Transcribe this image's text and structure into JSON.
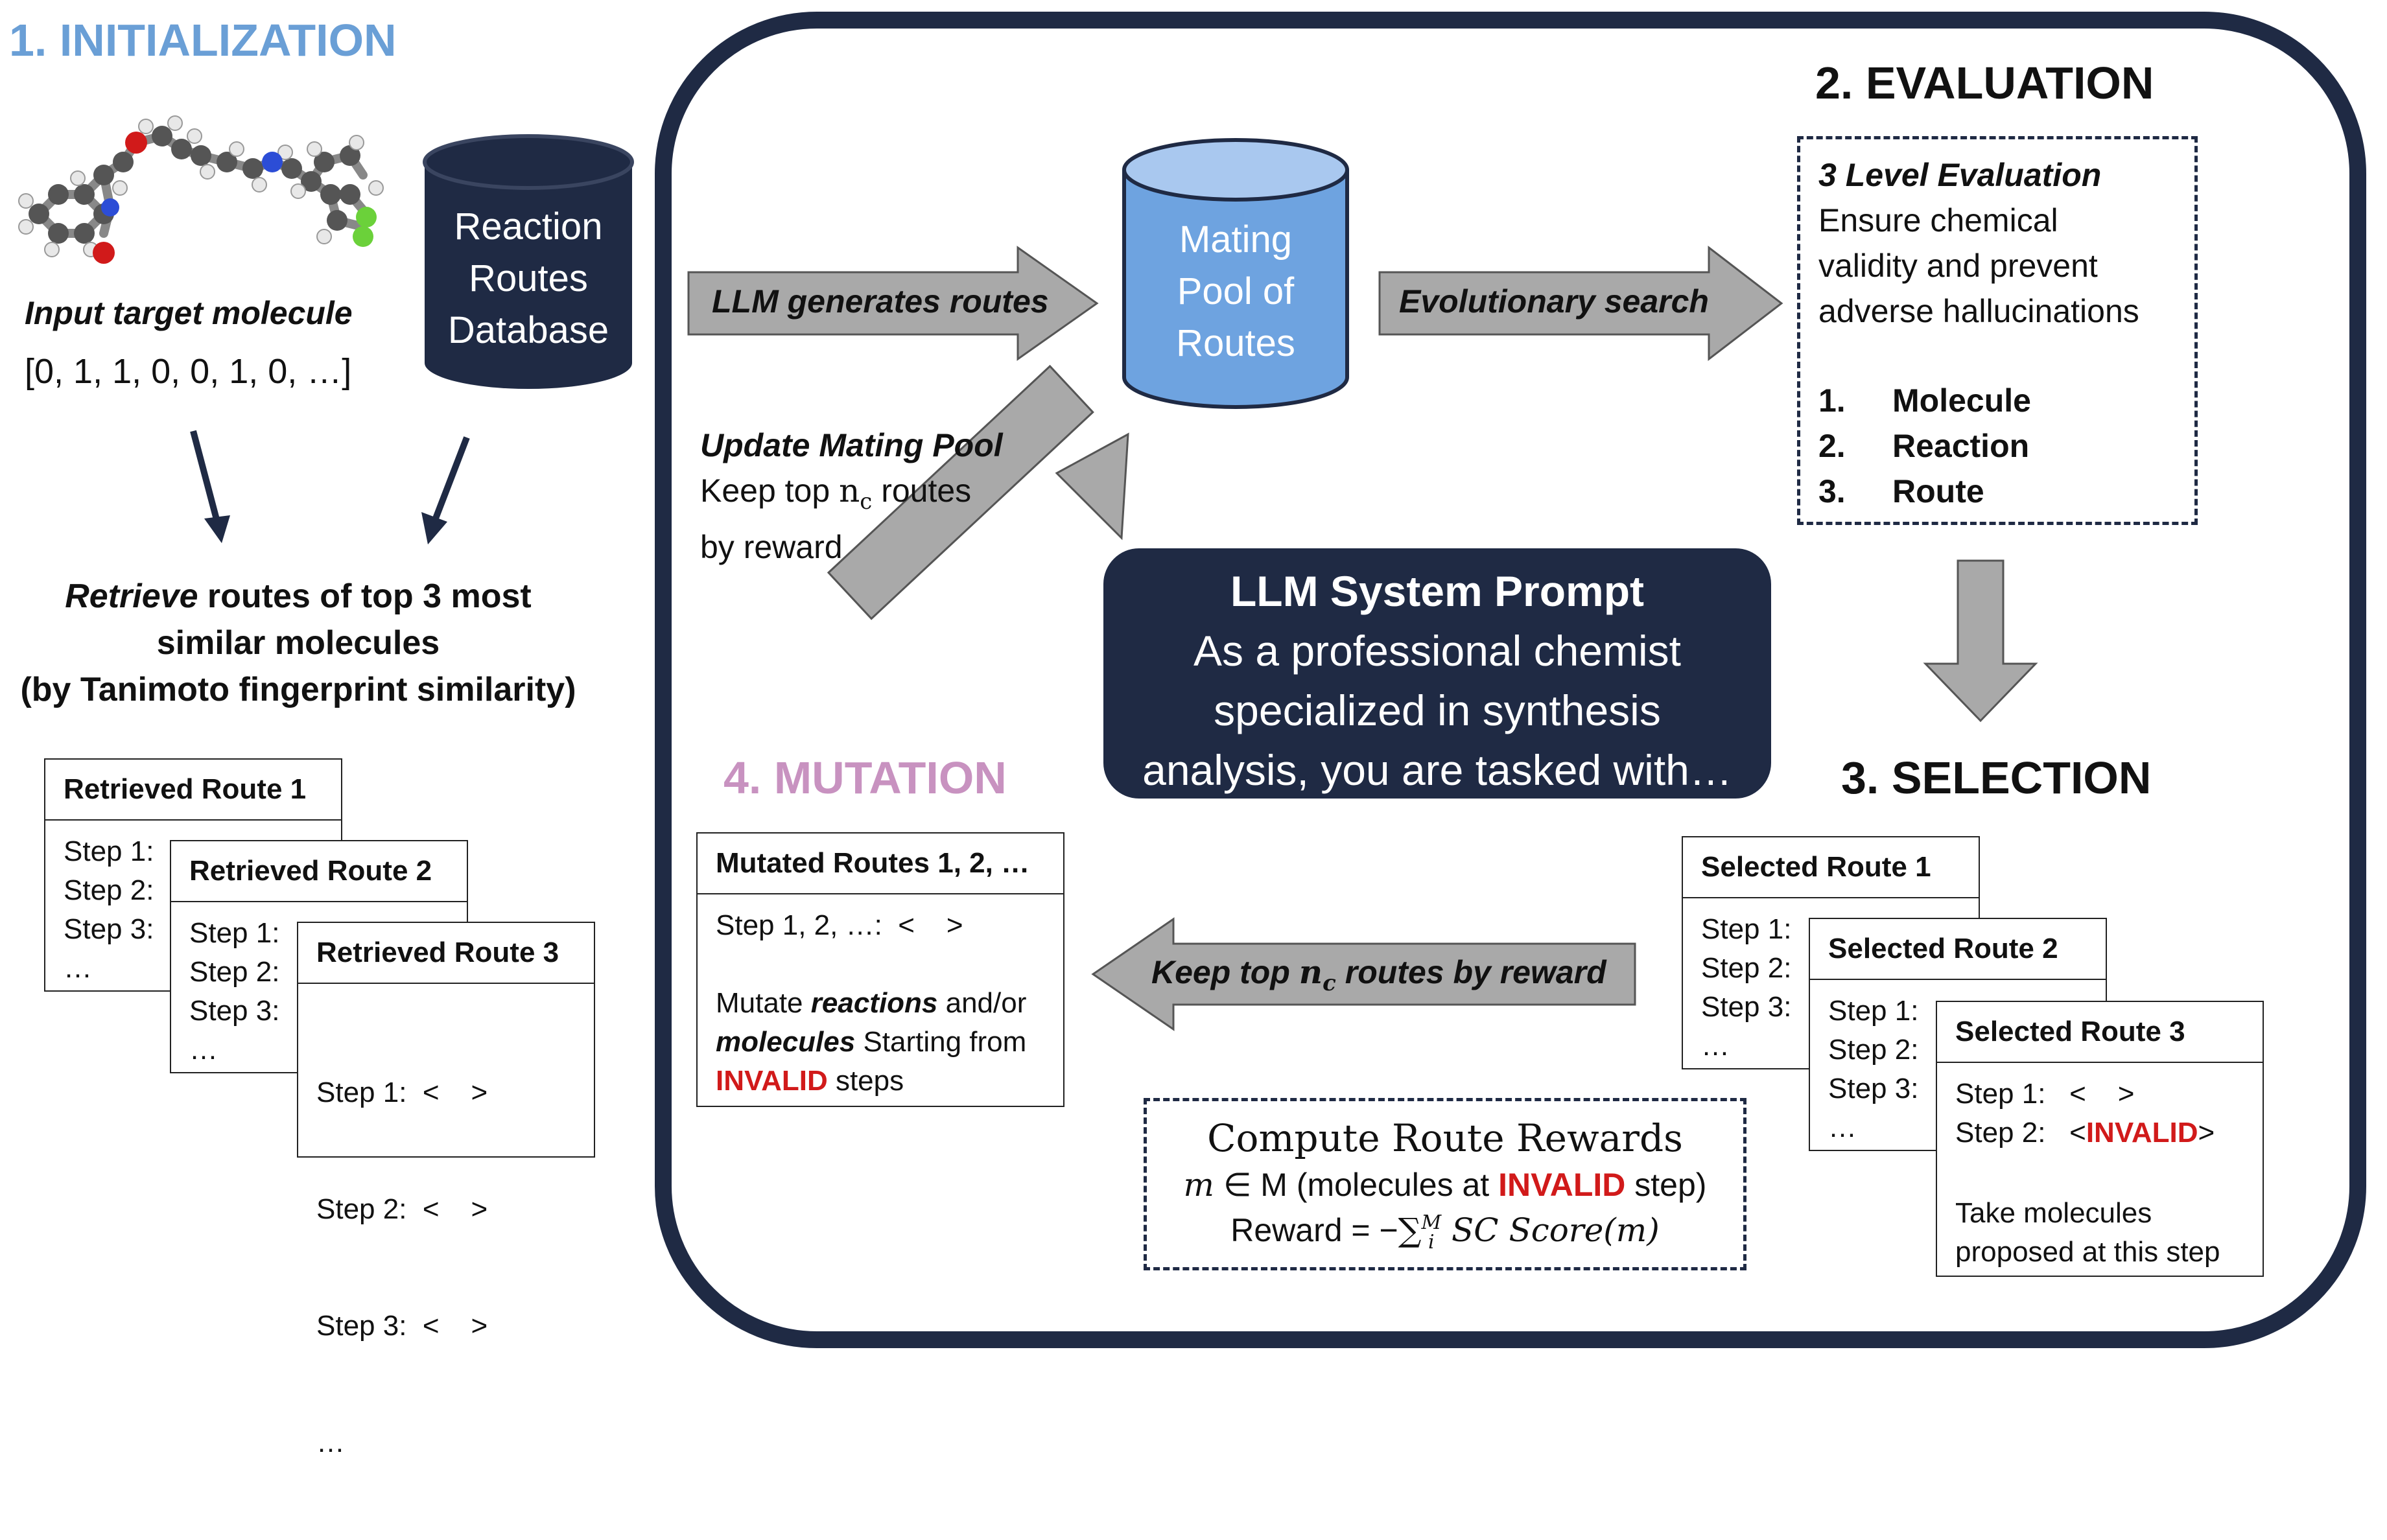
{
  "sections": {
    "init_title": "1. INITIALIZATION",
    "eval_title": "2. EVALUATION",
    "select_title": "3. SELECTION",
    "mutation_title": "4. MUTATION"
  },
  "init": {
    "molecule_label": "Input target molecule",
    "fingerprint": "[0, 1, 1, 0, 0, 1, 0, …]",
    "database_lines": [
      "Reaction",
      "Routes",
      "Database"
    ],
    "retrieve_word": "Retrieve",
    "retrieve_rest": " routes of top 3 most",
    "retrieve_line2": "similar molecules",
    "retrieve_line3": "(by Tanimoto fingerprint similarity)"
  },
  "retrieved_routes": [
    {
      "title": "Retrieved Route 1",
      "steps": [
        "Step 1:",
        "Step 2:",
        "Step 3:",
        "…"
      ]
    },
    {
      "title": "Retrieved Route 2",
      "steps": [
        "Step 1:",
        "Step 2:",
        "Step 3:",
        "…"
      ]
    },
    {
      "title": "Retrieved Route 3",
      "steps": [
        "Step 1:  <    >",
        "Step 2:  <    >",
        "Step 3:  <    >",
        "…"
      ]
    }
  ],
  "pool": {
    "lines": [
      "Mating",
      "Pool of",
      "Routes"
    ]
  },
  "arrows": {
    "generate": "LLM generates routes",
    "evolve": "Evolutionary search",
    "keep_prefix": "Keep top ",
    "keep_n": "n",
    "keep_sub": "c",
    "keep_suffix": " routes by reward"
  },
  "update": {
    "title": "Update Mating Pool",
    "line1_prefix": "Keep top ",
    "line1_n": "n",
    "line1_sub": "c",
    "line1_suffix": " routes",
    "line2": "by reward"
  },
  "evaluation": {
    "heading": "3 Level Evaluation",
    "desc": [
      "Ensure chemical",
      "validity and prevent",
      "adverse hallucinations"
    ],
    "levels": [
      {
        "num": "1.",
        "label": "Molecule"
      },
      {
        "num": "2.",
        "label": "Reaction"
      },
      {
        "num": "3.",
        "label": "Route"
      }
    ]
  },
  "prompt": {
    "title": "LLM System Prompt",
    "lines": [
      "As a professional chemist",
      "specialized in synthesis",
      "analysis, you are tasked with…"
    ]
  },
  "mutation": {
    "card_title": "Mutated Routes 1, 2, …",
    "step_line": "Step 1, 2, …:  <    >",
    "mutate": "Mutate ",
    "reactions": "reactions",
    "andor": " and/or",
    "molecules": "molecules",
    "starting": " Starting from",
    "invalid": "INVALID",
    "steps_word": " steps"
  },
  "rewards": {
    "title": "Compute Route Rewards",
    "m": "m",
    "in_M": " ∈ M",
    "mol_prefix": " (molecules at ",
    "invalid": "INVALID",
    "mol_suffix": " step)",
    "reward_prefix": "Reward = −",
    "sum": "∑",
    "sum_sup": "M",
    "sum_sub": "i",
    "formula": " SC Score(m)"
  },
  "selected_routes": [
    {
      "title": "Selected Route 1",
      "steps": [
        "Step 1:",
        "Step 2:",
        "Step 3:",
        "…"
      ]
    },
    {
      "title": "Selected Route 2",
      "steps": [
        "Step 1:",
        "Step 2:",
        "Step 3:",
        "…"
      ]
    },
    {
      "title": "Selected Route 3",
      "step1": "Step 1:   <    >",
      "step2_prefix": "Step 2:   <",
      "invalid": "INVALID",
      "step2_suffix": ">",
      "note": [
        "Take molecules",
        "proposed at this step"
      ]
    }
  ],
  "colors": {
    "navy": "#1f2a44",
    "blue_title": "#6a9fd6",
    "pink_title": "#c892c0",
    "pool_fill": "#6ea3e0",
    "arrow_gray": "#a9a9a9",
    "invalid_red": "#d11a1a"
  }
}
